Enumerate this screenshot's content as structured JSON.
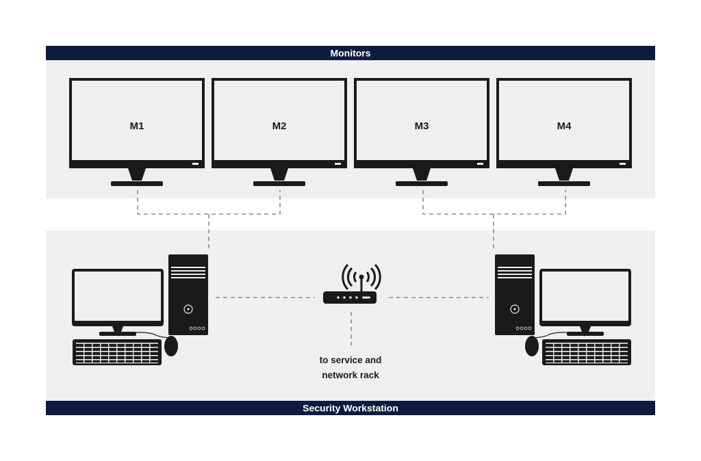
{
  "colors": {
    "banner": "#0d1b3e",
    "panel": "#efeff1",
    "device": "#1a1a1a",
    "screen": "#efeff1",
    "dash": "#8c8c8c"
  },
  "top_banner": {
    "title": "Monitors"
  },
  "bottom_banner": {
    "title": "Security Workstation"
  },
  "monitors": [
    {
      "label": "M1"
    },
    {
      "label": "M2"
    },
    {
      "label": "M3"
    },
    {
      "label": "M4"
    }
  ],
  "router": {
    "icon": "wifi-router-icon",
    "caption_line1": "to service and",
    "caption_line2": "network rack"
  },
  "workstations": [
    {
      "icon": "desktop-computer-icon"
    },
    {
      "icon": "desktop-computer-icon"
    }
  ]
}
